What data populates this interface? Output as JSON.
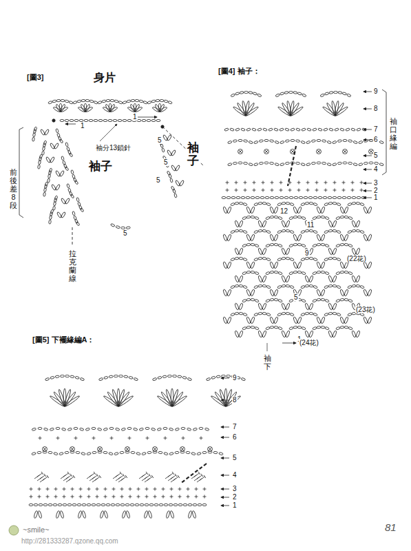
{
  "diagram": {
    "labels": [
      "[圖3]",
      "身片",
      "袖分13鎖針",
      "袖子",
      "袖子",
      "前後差8段",
      "拉克蘭線",
      "1",
      "1",
      "5",
      "5",
      "5",
      "5",
      "[圖4] 袖子：",
      "9",
      "8",
      "7",
      "6",
      "5",
      "4",
      "3",
      "2",
      "1",
      "袖口緣編",
      "12",
      "11",
      "9",
      "5",
      "1",
      "(22花)",
      "(23花)",
      "(24花)",
      "袖下",
      "[圖5] 下襬緣編A：",
      "9",
      "8",
      "7",
      "6",
      "5",
      "4",
      "3",
      "2",
      "1",
      "81",
      "~smile~",
      "http://281333287.qzone.qq.com"
    ]
  }
}
